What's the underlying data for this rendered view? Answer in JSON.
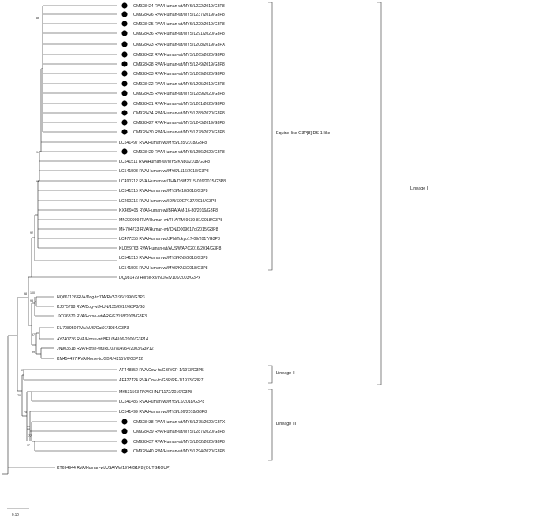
{
  "figure": {
    "scale_label": "0.10",
    "taxa": [
      {
        "label": "OM928424 RVA/Human-wt/MYS/L222/2019/G3P8",
        "marker": true
      },
      {
        "label": "OM928426 RVA/Human-wt/MYS/L237/2019/G3P8",
        "marker": true
      },
      {
        "label": "OM928425 RVA/Human-wt/MYS/L229/2019/G3P8",
        "marker": true
      },
      {
        "label": "OM928436 RVA/Human-wt/MYS/L291/2020/G3P8",
        "marker": true
      },
      {
        "label": "OM928423 RVA/Human-wt/MYS/L208/2019/G3PX",
        "marker": true
      },
      {
        "label": "OM928432 RVA/Human-wt/MYS/L265/2020/G3P8",
        "marker": true
      },
      {
        "label": "OM928428 RVA/Human-wt/MYS/L249/2019/G3P8",
        "marker": true
      },
      {
        "label": "OM928433 RVA/Human-wt/MYS/L269/2020/G3P8",
        "marker": true
      },
      {
        "label": "OM928422 RVA/Human-wt/MYS/L205/2019/G3P8",
        "marker": true
      },
      {
        "label": "OM928435 RVA/Human-wt/MYS/L289/2020/G3P8",
        "marker": true
      },
      {
        "label": "OM928431 RVA/Human-wt/MYS/L261/2020/G3P8",
        "marker": true
      },
      {
        "label": "OM928434 RVA/Human-wt/MYS/L288/2020/G3P8",
        "marker": true
      },
      {
        "label": "OM928427 RVA/Human-wt/MYS/L243/2019/G3P8",
        "marker": true
      },
      {
        "label": "OM928430 RVA/Human-wt/MYS/L278/2020/G3P8",
        "marker": true
      },
      {
        "label": "LC541497 RVA/Human-wt/MYS/L35/2018/G3P8",
        "marker": false
      },
      {
        "label": "OM928429 RVA/Human-wt/MYS/L256/2020/G3P8",
        "marker": true
      },
      {
        "label": "LC541511 RVA/Human-wt/MYS/KN80/2018/G3P8",
        "marker": false
      },
      {
        "label": "LC541503 RVA/Human-wt/MYS/L116/2018/G3P8",
        "marker": false
      },
      {
        "label": "LC490212 RVA/Human-wt/THA/DBM2015-026/2015/G3P8",
        "marker": false
      },
      {
        "label": "LC541515 RVA/Human-wt/MYS/M18/2018/G3P8",
        "marker": false
      },
      {
        "label": "LC260216 RVA/Human-wt/IDN/SOEP137/2016/G3P8",
        "marker": false
      },
      {
        "label": "KX469405 RVA/Human-wt/BRA/AM-16-80/2016/G3P8",
        "marker": false
      },
      {
        "label": "MN230999 RVA/Human-wt/THA/TM-9639-81/2018/G3P8",
        "marker": false
      },
      {
        "label": "MH704733 RVA/Human-wt/IDN/D009617g/2015/G3P8",
        "marker": false
      },
      {
        "label": "LC477356 RVA/Human-wt/JPN/Tokyo17-09/2017/G3P8",
        "marker": false
      },
      {
        "label": "KU059763 RVA/Human-wt/AUS/WAPC2016/2014/G3P8",
        "marker": false
      },
      {
        "label": "LC541510 RVA/Human-wt/MYS/KN9/2018/G3P8",
        "marker": false
      },
      {
        "label": "LC541506 RVA/Human-wt/MYS/KN3/2018/G3P8",
        "marker": false
      },
      {
        "label": "DQ981479 Horse-xx/IND/Erv105/2003/G3Px",
        "marker": false
      },
      {
        "label": "HQ661126 RVA/Dog-tc/ITA/RV52-96/1996/G3P3",
        "marker": false
      },
      {
        "label": "KJ875798 RVA/Dog-wt/HUN/135/2012/G3P3/G3",
        "marker": false
      },
      {
        "label": "JX036370 RVA/Horse-wt/ARG/E3198/2008/G3P3",
        "marker": false
      },
      {
        "label": "EU708950 RVA/AUS/Cat97/1984/G3P3",
        "marker": false
      },
      {
        "label": "AY740736 RVA/Horse-wt/BEL/B4106/2000/G3P14",
        "marker": false
      },
      {
        "label": "JN903518 RVA/Horse-wt/IRL/03V04954/2003/G3P12",
        "marker": false
      },
      {
        "label": "KM454497 RVA/Horse-tc/GBR/H2157/6/G3P12",
        "marker": false
      },
      {
        "label": "AF448852 RVA/Cow-tc/GBR/CP-1/1973/G3P5",
        "marker": false
      },
      {
        "label": "AF427124 RVA/Cow-tc/GBR/PP-1/1973/G3P7",
        "marker": false
      },
      {
        "label": "MK531563 RVA/CHN/F1172/2016/G3P8",
        "marker": false
      },
      {
        "label": "LC541486 RVA/Human-wt/MYS/L5/2018/G3P8",
        "marker": false
      },
      {
        "label": "LC541499 RVA/Human-wt/MYS/L86/2018/G3P8",
        "marker": false
      },
      {
        "label": "OM928438 RVA/Human-wt/MYS/L275/2020/G3PX",
        "marker": true
      },
      {
        "label": "OM928439 RVA/Human-wt/MYS/L287/2020/G3P8",
        "marker": true
      },
      {
        "label": "OM928437 RVA/Human-wt/MYS/L262/2020/G3P8",
        "marker": true
      },
      {
        "label": "OM928440 RVA/Human-wt/MYS/L294/2020/G3P8",
        "marker": true
      },
      {
        "label": "KT694944 RVA/Human-wt/USA/Wa/1974/G1P8 (OUTGROUP)",
        "marker": false
      }
    ],
    "bootstrap": [
      {
        "value": "86"
      },
      {
        "value": "94"
      },
      {
        "value": "99"
      },
      {
        "value": "92"
      },
      {
        "value": "98"
      },
      {
        "value": "100"
      },
      {
        "value": "98"
      },
      {
        "value": "97"
      },
      {
        "value": "99"
      },
      {
        "value": "97"
      },
      {
        "value": "70"
      },
      {
        "value": "75"
      },
      {
        "value": "99"
      },
      {
        "value": "77"
      },
      {
        "value": "97"
      }
    ],
    "brackets": [
      {
        "label": "Equine-like G3P[8] DS-1-like"
      },
      {
        "label": "Lineage I"
      },
      {
        "label": "Lineage II"
      },
      {
        "label": "Lineage III"
      }
    ]
  }
}
